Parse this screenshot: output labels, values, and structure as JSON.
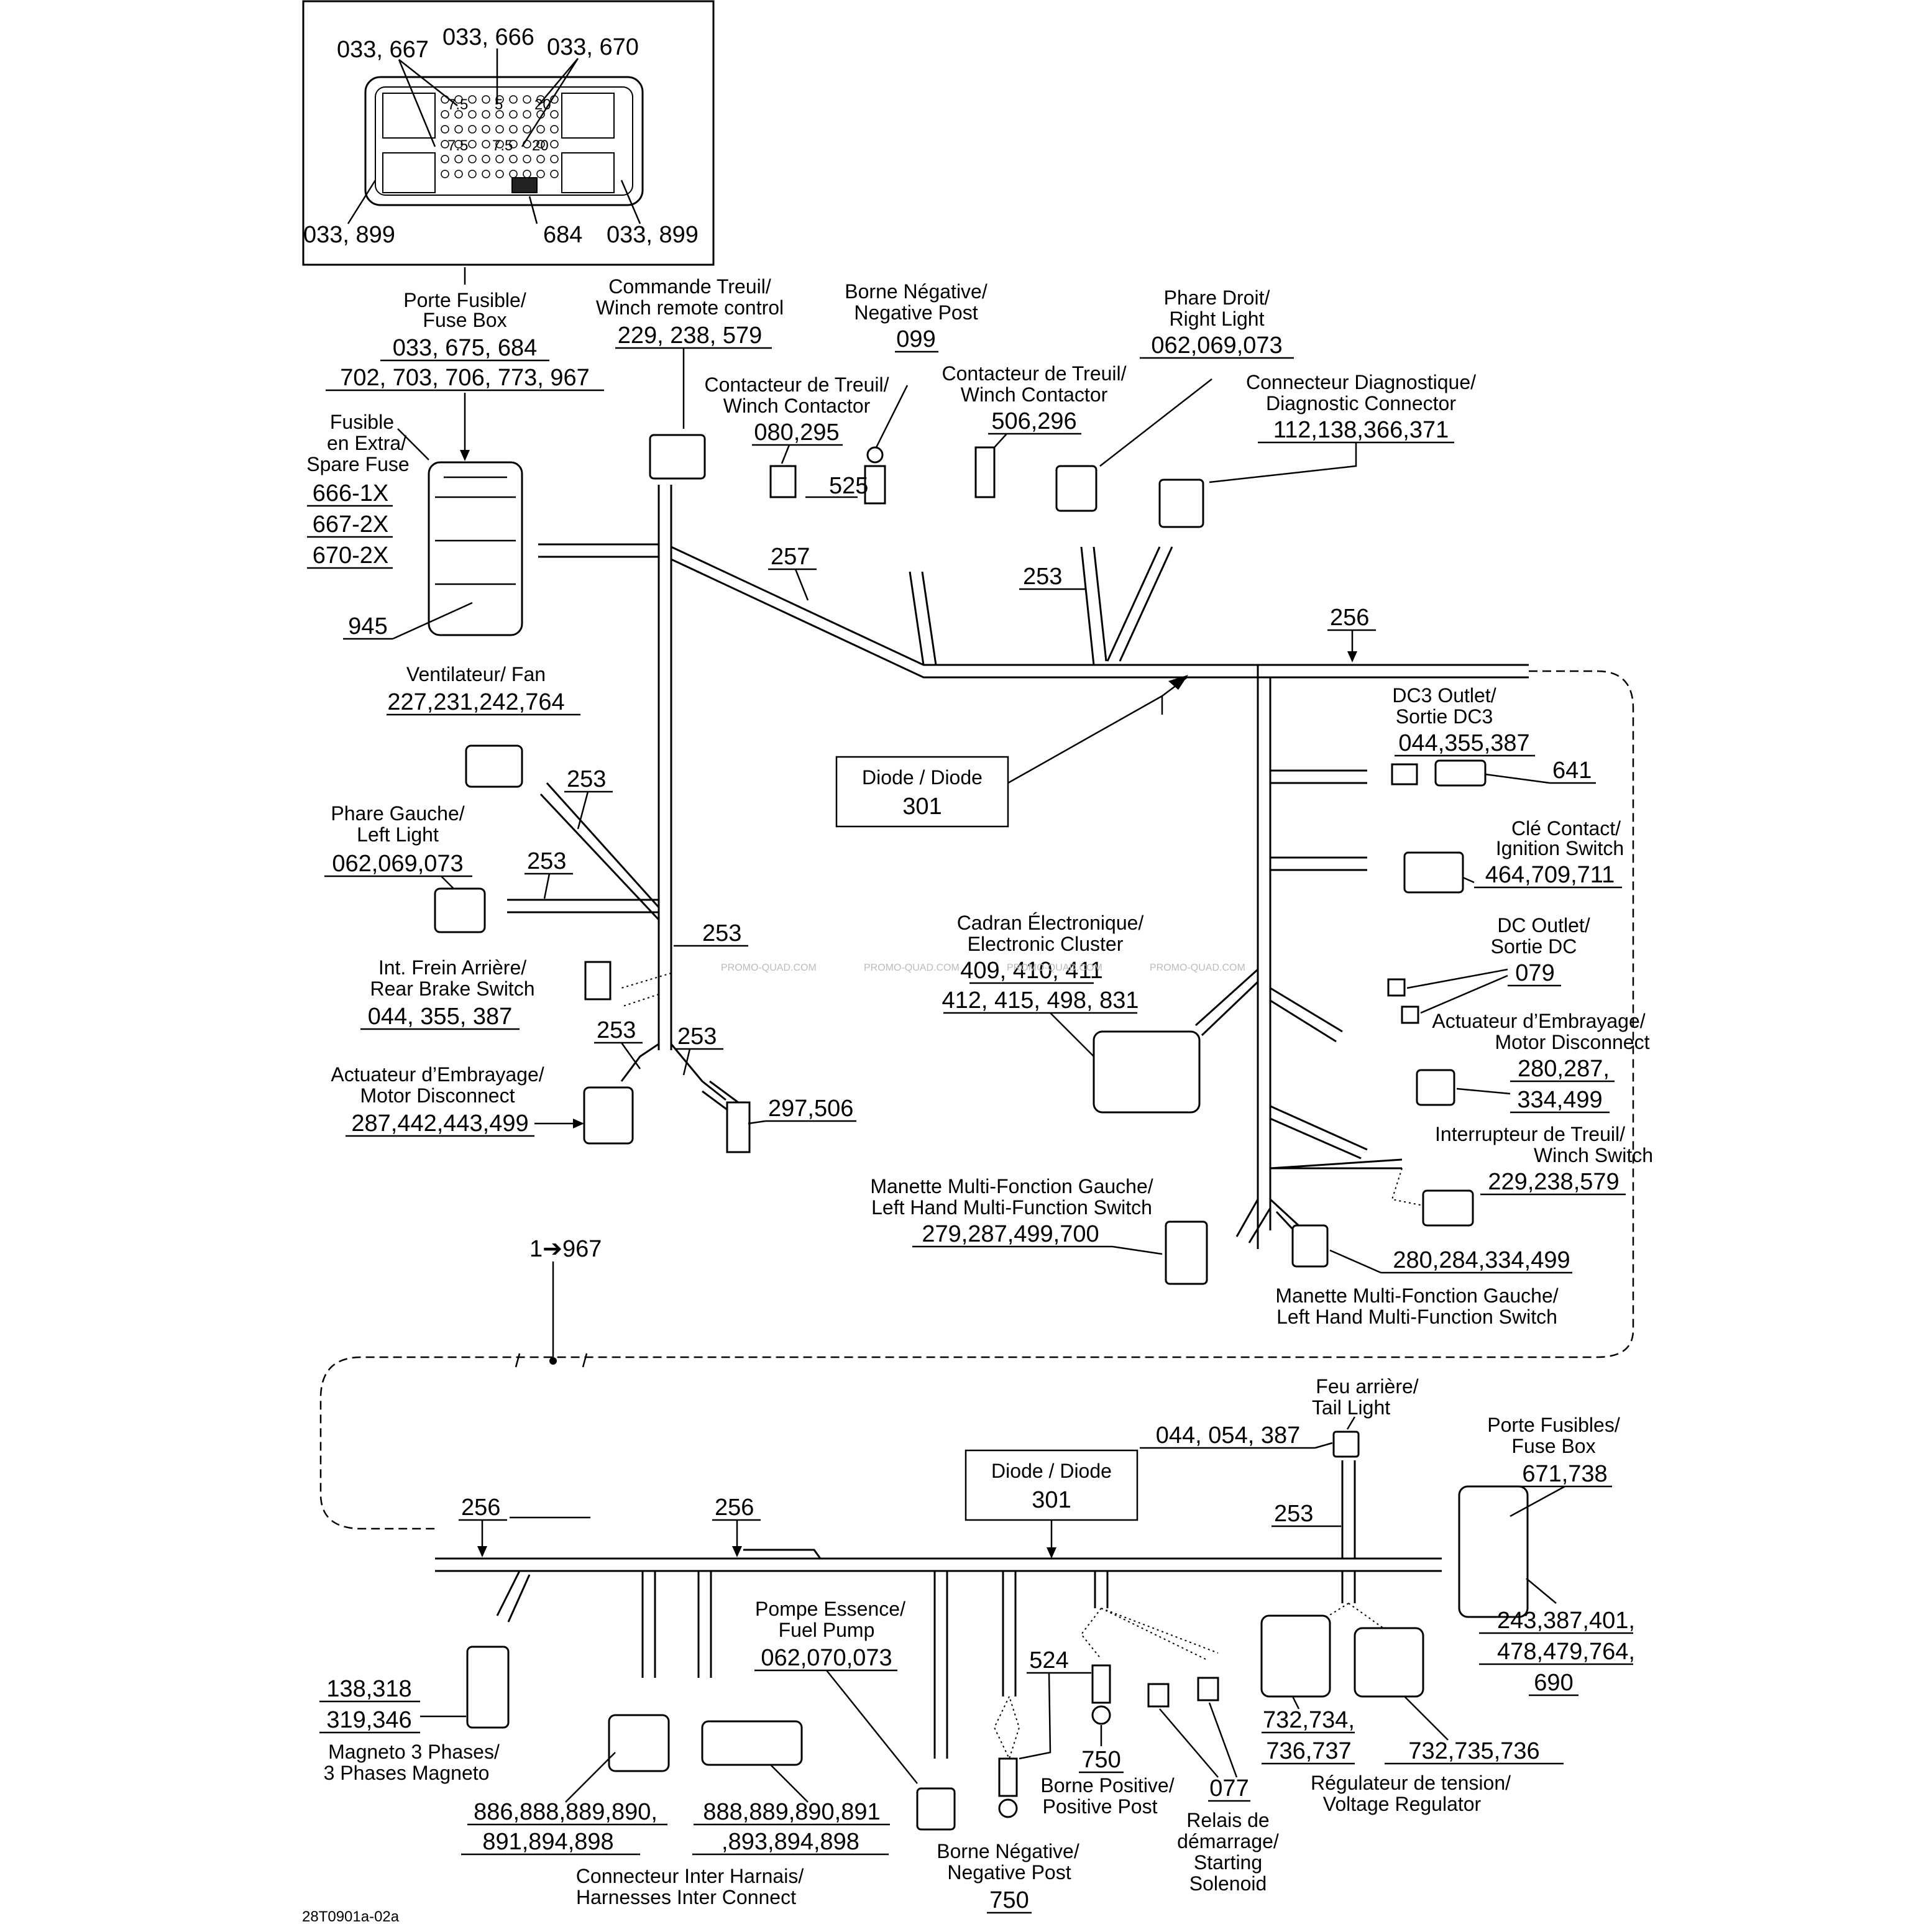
{
  "inset": {
    "callouts": [
      "033, 667",
      "033, 666",
      "033, 670",
      "033, 899",
      "684",
      "033, 899"
    ],
    "fuse_values": [
      "7.5",
      "5",
      "20",
      "7.5",
      "7.5",
      "20"
    ]
  },
  "labels": {
    "fuse_box_top": {
      "fr": "Porte Fusible/",
      "en": "Fuse Box",
      "refs1": "033, 675, 684",
      "refs2": "702, 703, 706, 773, 967"
    },
    "spare_fuse": {
      "l1": "Fusible",
      "l2": "en Extra/",
      "l3": "Spare Fuse",
      "r1": "666-1X",
      "r2": "667-2X",
      "r3": "670-2X",
      "r4": "945"
    },
    "winch_remote": {
      "fr": "Commande Treuil/",
      "en": "Winch remote control",
      "refs": "229, 238, 579"
    },
    "winch_contactor_a": {
      "fr": "Contacteur de Treuil/",
      "en": "Winch Contactor",
      "refs": "080,295"
    },
    "neg_post_top": {
      "fr": "Borne Négative/",
      "en": "Negative Post",
      "refs": "099"
    },
    "winch_contactor_b": {
      "fr": "Contacteur de Treuil/",
      "en": "Winch Contactor",
      "refs": "506,296"
    },
    "right_light": {
      "fr": "Phare Droit/",
      "en": "Right Light",
      "refs": "062,069,073"
    },
    "diag": {
      "fr": "Connecteur Diagnostique/",
      "en": "Diagnostic Connector",
      "refs": "112,138,366,371"
    },
    "ref_525": "525",
    "ref_257": "257",
    "ref_253_top": "253",
    "ref_256_top": "256",
    "fan": {
      "fr": "Ventilateur/ Fan",
      "refs": "227,231,242,764"
    },
    "ref_253_fan": "253",
    "left_light": {
      "fr": "Phare Gauche/",
      "en": "Left Light",
      "refs": "062,069,073"
    },
    "ref_253_ll": "253",
    "diode_top": {
      "title": "Diode / Diode",
      "ref": "301"
    },
    "dc3": {
      "fr": "DC3 Outlet/",
      "en": "Sortie DC3",
      "refs": "044,355,387",
      "ref2": "641"
    },
    "ignition": {
      "fr": "Clé Contact/",
      "en": "Ignition Switch",
      "refs": "464,709,711"
    },
    "dc_outlet": {
      "fr": "DC Outlet/",
      "en": "Sortie DC",
      "refs": "079"
    },
    "cluster": {
      "fr": "Cadran Électronique/",
      "en": "Electronic Cluster",
      "refs1": "409, 410, 411",
      "refs2": "412, 415, 498, 831"
    },
    "ref_253_mid": "253",
    "rear_brake": {
      "fr": "Int. Frein Arrière/",
      "en": "Rear Brake Switch",
      "refs": "044, 355, 387"
    },
    "ref_253_a": "253",
    "ref_253_b": "253",
    "motor_disc_left": {
      "fr": "Actuateur d’Embrayage/",
      "en": "Motor Disconnect",
      "refs": "287,442,443,499"
    },
    "ref_297": "297,506",
    "motor_disc_right": {
      "fr": "Actuateur d’Embrayage/",
      "en": "Motor Disconnect",
      "refs1": "280,287,",
      "refs2": "334,499"
    },
    "winch_switch": {
      "fr": "Interrupteur de Treuil/",
      "en": "Winch Switch",
      "refs": "229,238,579"
    },
    "mfs_a": {
      "fr": "Manette Multi-Fonction Gauche/",
      "en": "Left Hand Multi-Function Switch",
      "refs": "279,287,499,700"
    },
    "mfs_b": {
      "fr": "Manette Multi-Fonction Gauche/",
      "en": "Left Hand Multi-Function Switch",
      "refs": "280,284,334,499"
    },
    "continuation": "1➔967",
    "tail_light": {
      "fr": "Feu arrière/",
      "en": "Tail Light",
      "refs": "044, 054, 387"
    },
    "fuse_box_bottom": {
      "fr": "Porte Fusibles/",
      "en": "Fuse Box",
      "refs": "671,738"
    },
    "diode_bottom": {
      "title": "Diode / Diode",
      "ref": "301"
    },
    "ref_256_b1": "256",
    "ref_256_b2": "256",
    "ref_253_bottom": "253",
    "magneto": {
      "refs1": "138,318",
      "refs2": "319,346",
      "fr": "Magneto 3 Phases/",
      "en": "3 Phases Magneto"
    },
    "inter_a": {
      "refs1": "886,888,889,890,",
      "refs2": "891,894,898"
    },
    "inter_b": {
      "refs1": "888,889,890,891",
      "refs2": ",893,894,898"
    },
    "inter_caption": {
      "fr": "Connecteur Inter Harnais/",
      "en": "Harnesses Inter Connect"
    },
    "fuel_pump": {
      "fr": "Pompe Essence/",
      "en": "Fuel Pump",
      "refs": "062,070,073"
    },
    "ref_524": "524",
    "neg_post_bottom": {
      "fr": "Borne Négative/",
      "en": "Negative Post",
      "refs": "750"
    },
    "pos_post": {
      "refs": "750",
      "fr": "Borne Positive/",
      "en": "Positive Post"
    },
    "solenoid": {
      "refs": "077",
      "l1": "Relais de",
      "l2": "démarrage/",
      "l3": "Starting",
      "l4": "Solenoid"
    },
    "regulator": {
      "refs_a1": "732,734,",
      "refs_a2": "736,737",
      "refs_b": "732,735,736",
      "fr": "Régulateur de tension/",
      "en": "Voltage Regulator"
    },
    "fuse_refs_bottom": {
      "r1": "243,387,401,",
      "r2": "478,479,764,",
      "r3": "690"
    },
    "watermark": "PROMO-QUAD.COM",
    "drawing_id": "28T0901a-02a"
  }
}
